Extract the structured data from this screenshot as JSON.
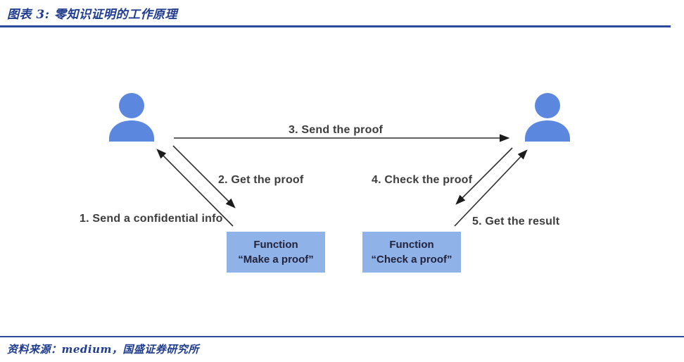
{
  "header": {
    "title": "图表 3: 零知识证明的工作原理"
  },
  "footer": {
    "source": "资料来源：medium，国盛证券研究所"
  },
  "colors": {
    "title_blue": "#1f3c8f",
    "rule_blue": "#2b4a9b",
    "person_blue": "#5c87df",
    "box_blue": "#8fb2e9",
    "arrow_dark": "#2e2e2e",
    "label_gray": "#3d3d3d"
  },
  "diagram": {
    "actors": [
      {
        "icon": "person-icon",
        "side": "left"
      },
      {
        "icon": "person-icon",
        "side": "right"
      }
    ],
    "arrows": [
      {
        "id": 1,
        "label": "1. Send a confidential info"
      },
      {
        "id": 2,
        "label": "2. Get the proof"
      },
      {
        "id": 3,
        "label": "3. Send the proof"
      },
      {
        "id": 4,
        "label": "4. Check the proof"
      },
      {
        "id": 5,
        "label": "5. Get the result"
      }
    ],
    "boxes": [
      {
        "line1": "Function",
        "line2": "“Make a proof”"
      },
      {
        "line1": "Function",
        "line2": "“Check a proof”"
      }
    ]
  }
}
